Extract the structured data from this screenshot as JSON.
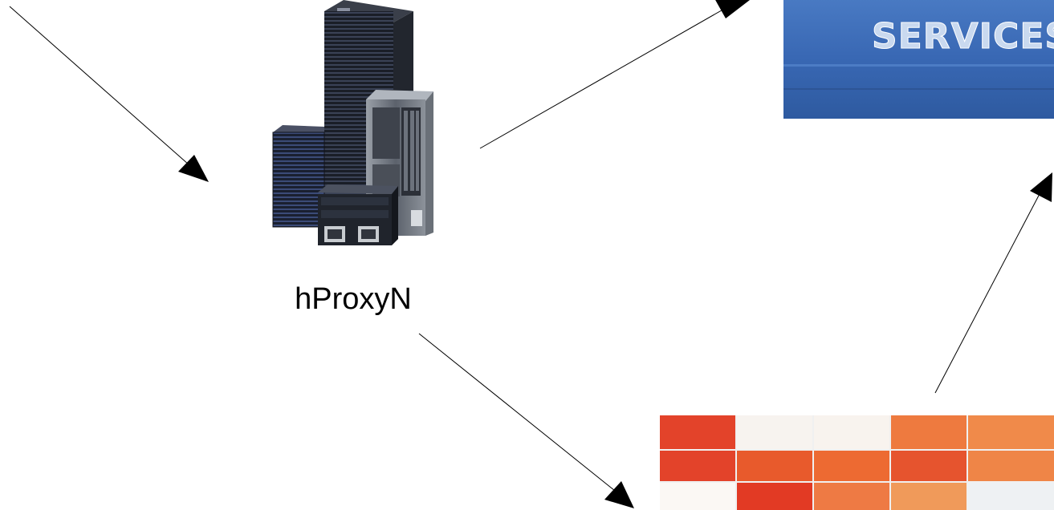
{
  "diagram": {
    "proxy_node": {
      "label": "hProxyN",
      "icon": "server-rack-icon"
    },
    "services_node": {
      "label": "SERVICES",
      "icon": "services-banner-icon"
    },
    "backend_node": {
      "icon": "red-tile-grid-icon"
    },
    "edges": [
      {
        "from": "incoming",
        "to": "hProxyN"
      },
      {
        "from": "hProxyN",
        "to": "SERVICES"
      },
      {
        "from": "hProxyN",
        "to": "backend"
      },
      {
        "from": "backend",
        "to": "SERVICES"
      }
    ]
  },
  "colors": {
    "services_blue": "#3f6cb5",
    "tile_red": "#e4502a",
    "tile_orange": "#ee8a4e",
    "server_dark": "#1e222a"
  }
}
